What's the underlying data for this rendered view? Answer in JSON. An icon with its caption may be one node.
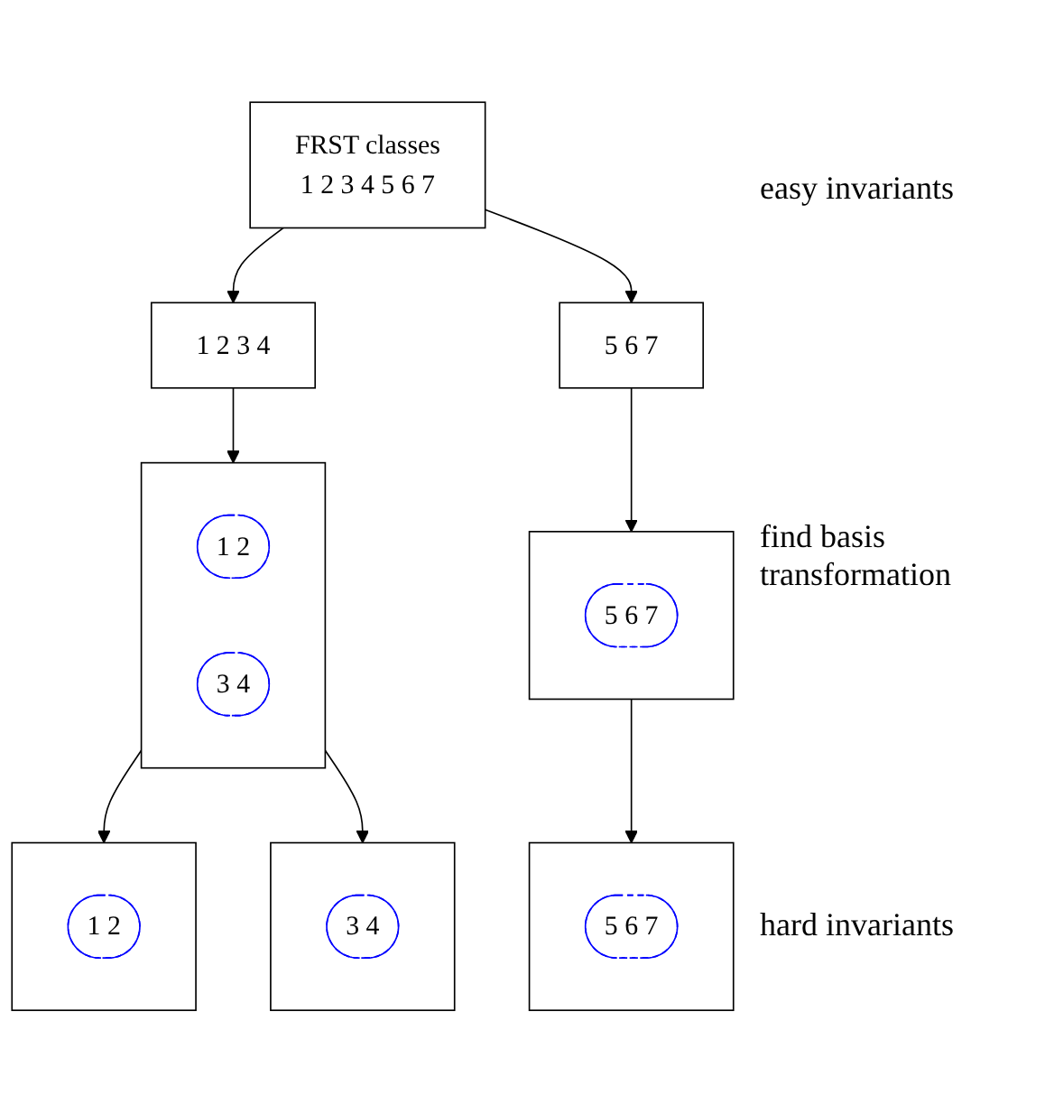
{
  "diagram": {
    "nodes": [
      {
        "text": [
          "FRST classes",
          "1 2 3 4 5 6 7"
        ]
      },
      {
        "text": [
          "1 2 3 4"
        ]
      },
      {
        "text": [
          "5 6 7"
        ]
      },
      {
        "text": [],
        "shape": "box"
      },
      {
        "text": [
          "1 2"
        ],
        "in": 3
      },
      {
        "text": [
          "3 4"
        ],
        "in": 3
      },
      {
        "text": [],
        "shape": "box"
      },
      {
        "text": [
          "5 6 7"
        ],
        "in": 6
      },
      {
        "text": [],
        "shape": "box"
      },
      {
        "text": [
          "1 2"
        ],
        "in": 8
      },
      {
        "text": [],
        "shape": "box"
      },
      {
        "text": [
          "3 4"
        ],
        "in": 10
      },
      {
        "text": [],
        "shape": "box"
      },
      {
        "text": [
          "5 6 7"
        ],
        "in": 12
      }
    ],
    "edges": [
      {
        "from": 0,
        "to": 1,
        "arrow": "to"
      },
      {
        "from": 0,
        "to": 2,
        "arrow": "to"
      },
      {
        "from": 1,
        "to": 3,
        "arrow": "to"
      },
      {
        "from": 2,
        "to": 6,
        "arrow": "to"
      },
      {
        "from": 3,
        "to": 8,
        "arrow": "to"
      },
      {
        "from": 3,
        "to": 10,
        "arrow": "to"
      },
      {
        "from": 6,
        "to": 12,
        "arrow": "to"
      }
    ],
    "labels": [
      "easy invariants",
      "find basis transformation",
      "hard invariants"
    ]
  }
}
